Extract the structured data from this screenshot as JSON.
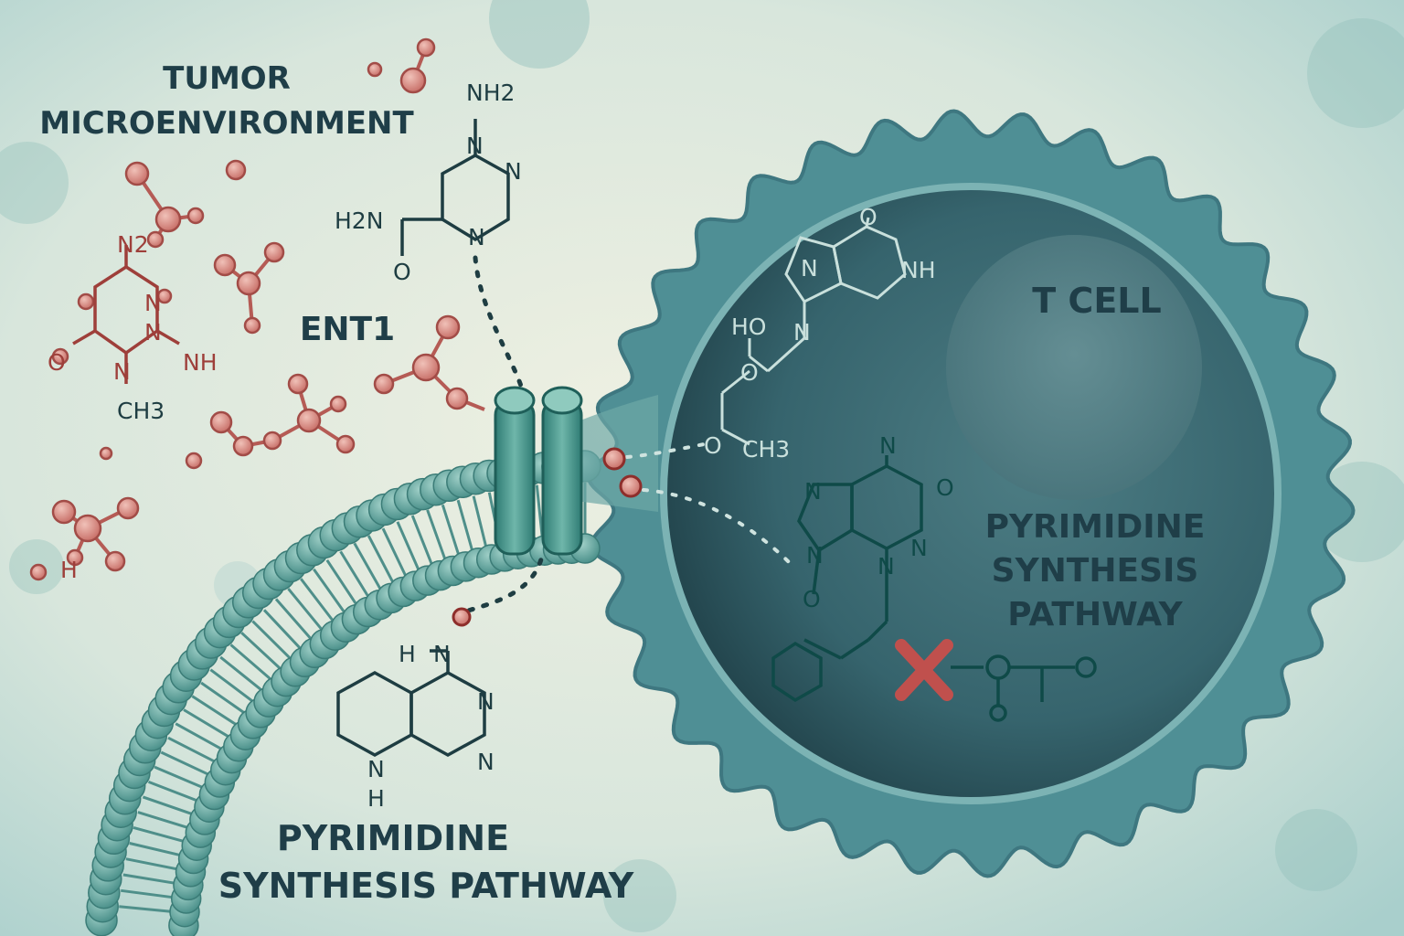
{
  "labels": {
    "tumor_line1": "TUMOR",
    "tumor_line2": "MICROENVIRONMENT",
    "ent1": "ENT1",
    "t_cell": "T CELL",
    "pathway_inner_line1": "PYRIMIDINE",
    "pathway_inner_line2": "SYNTHESIS",
    "pathway_inner_line3": "PATHWAY",
    "pathway_bottom_line1": "PYRIMIDINE",
    "pathway_bottom_line2": "SYNTHESIS PATHWAY"
  },
  "chem_labels": {
    "decitabine": {
      "n2": "N2",
      "n_top": "N",
      "n_mid": "N",
      "nh": "NH",
      "o": "O",
      "n_bottom": "N",
      "ch3": "CH3"
    },
    "triazine": {
      "nh2": "NH2",
      "n1": "N",
      "n2": "N",
      "n3": "N",
      "h2n": "H2N",
      "o": "O"
    },
    "oxo_acid": {
      "h": "H"
    },
    "purine_top": {
      "o": "O",
      "nh": "NH",
      "n1": "N",
      "n2": "N",
      "ho": "HO",
      "o_ring": "O",
      "o_ester": "O",
      "ch3": "CH3"
    },
    "purine_lower": {
      "n_top": "N",
      "o": "O",
      "n1": "N",
      "n2": "N",
      "n3": "N",
      "n4": "N",
      "o_link": "O"
    },
    "pyridopyrimidine": {
      "hn": "H",
      "n_amino": "N",
      "n1": "N",
      "n2": "N",
      "n3": "N",
      "h": "H"
    }
  },
  "colors": {
    "background": "#e6ecdf",
    "cell_body": "#4f8f95",
    "cytoplasm": "#2f5e68",
    "membrane_bead": "#5a9e98",
    "red_molecule": "#c9716a",
    "inhibit_x": "#c0504d",
    "channel": "#3f8e86"
  },
  "icons": [
    "inhibition-x-icon",
    "ent1-channel-icon"
  ]
}
